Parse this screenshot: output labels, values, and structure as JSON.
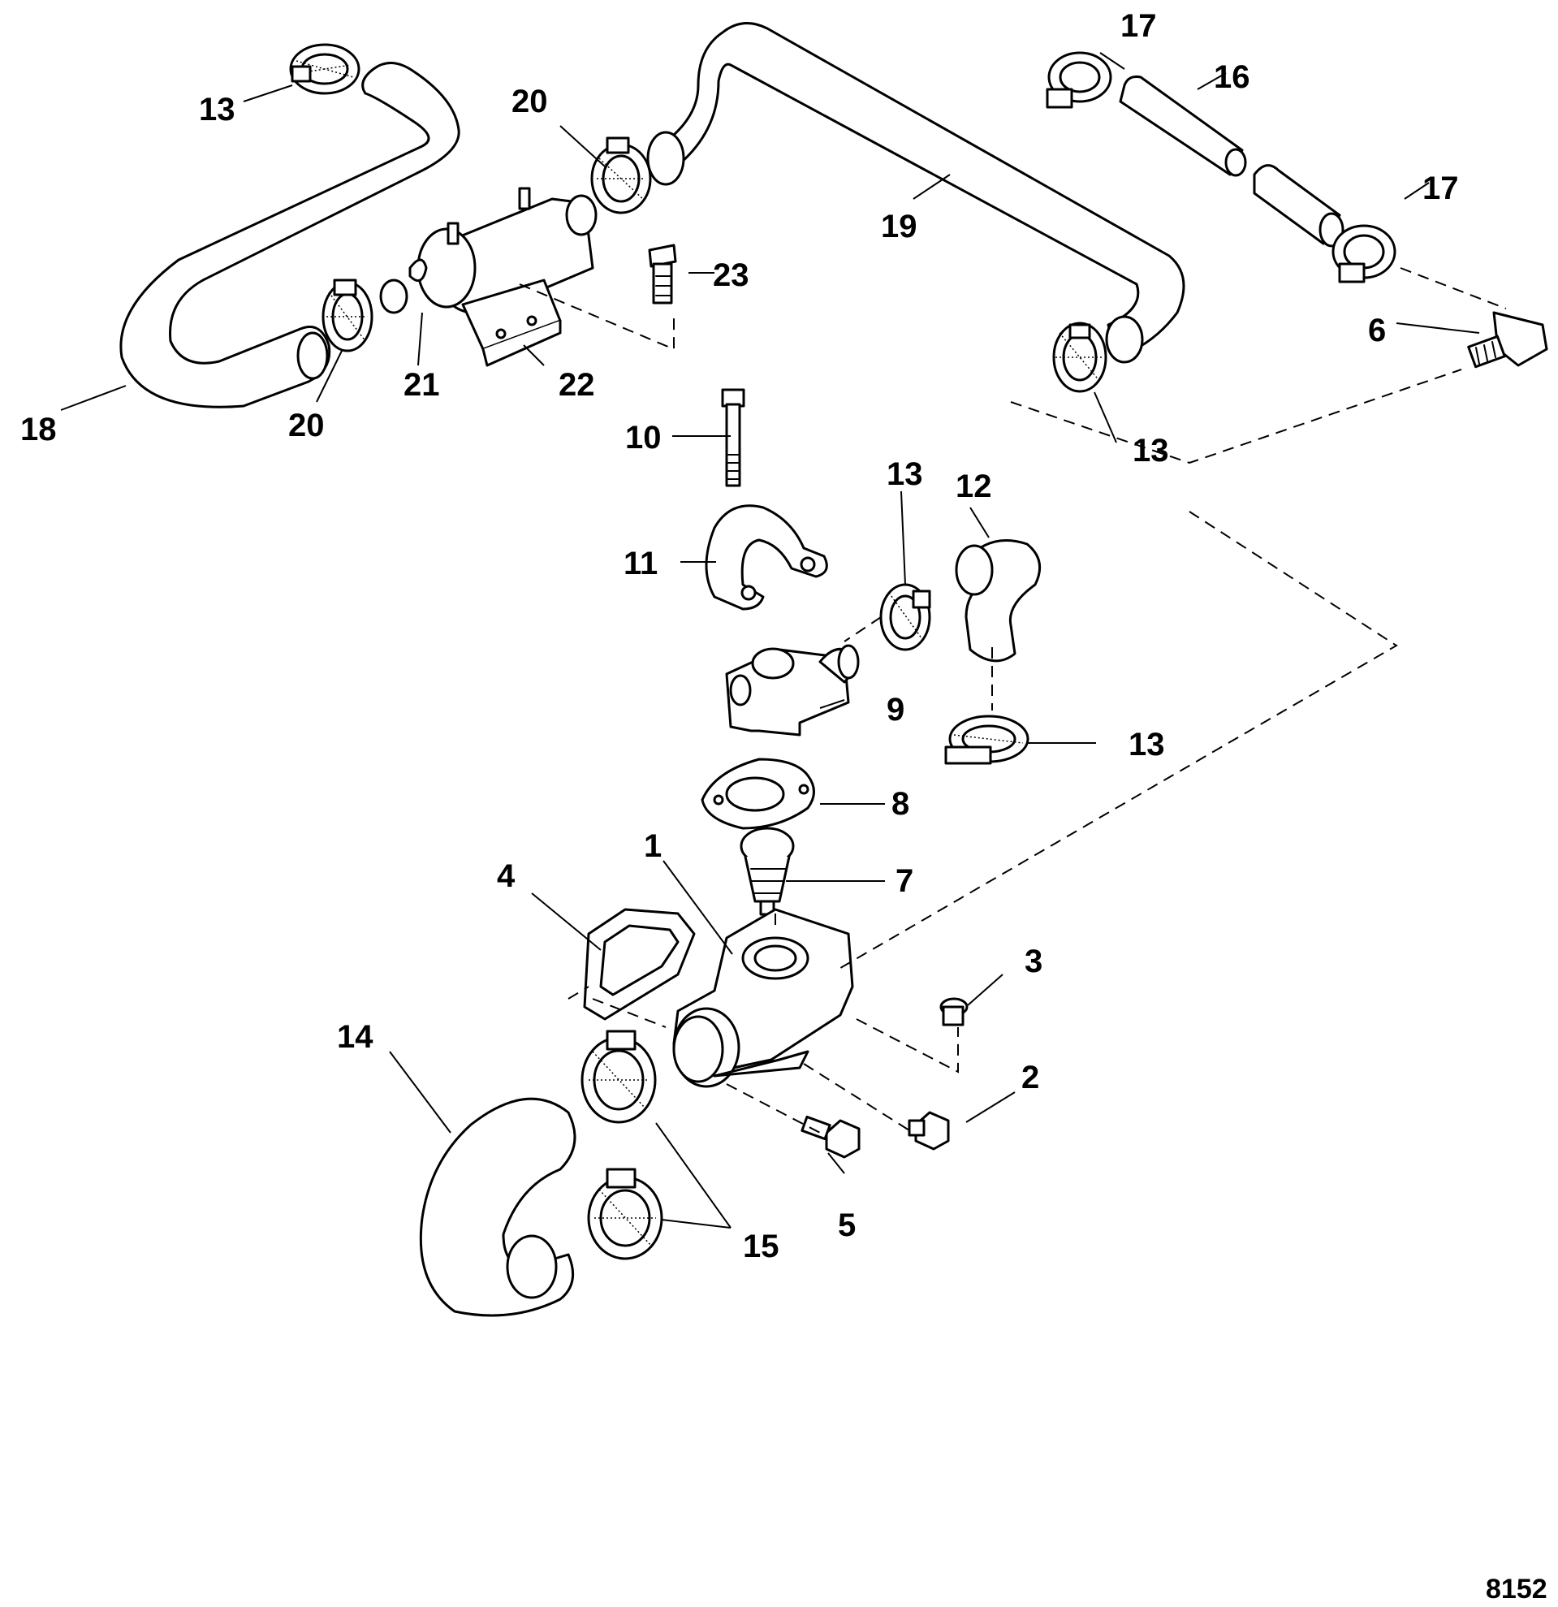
{
  "diagram": {
    "figure_number": "8152",
    "callouts": {
      "c1": "1",
      "c2": "2",
      "c3": "3",
      "c4": "4",
      "c5": "5",
      "c6": "6",
      "c7": "7",
      "c8": "8",
      "c9": "9",
      "c10": "10",
      "c11": "11",
      "c12": "12",
      "c13": "13",
      "c14": "14",
      "c15": "15",
      "c16": "16",
      "c17": "17",
      "c18": "18",
      "c19": "19",
      "c20": "20",
      "c21": "21",
      "c22": "22",
      "c23": "23"
    }
  }
}
